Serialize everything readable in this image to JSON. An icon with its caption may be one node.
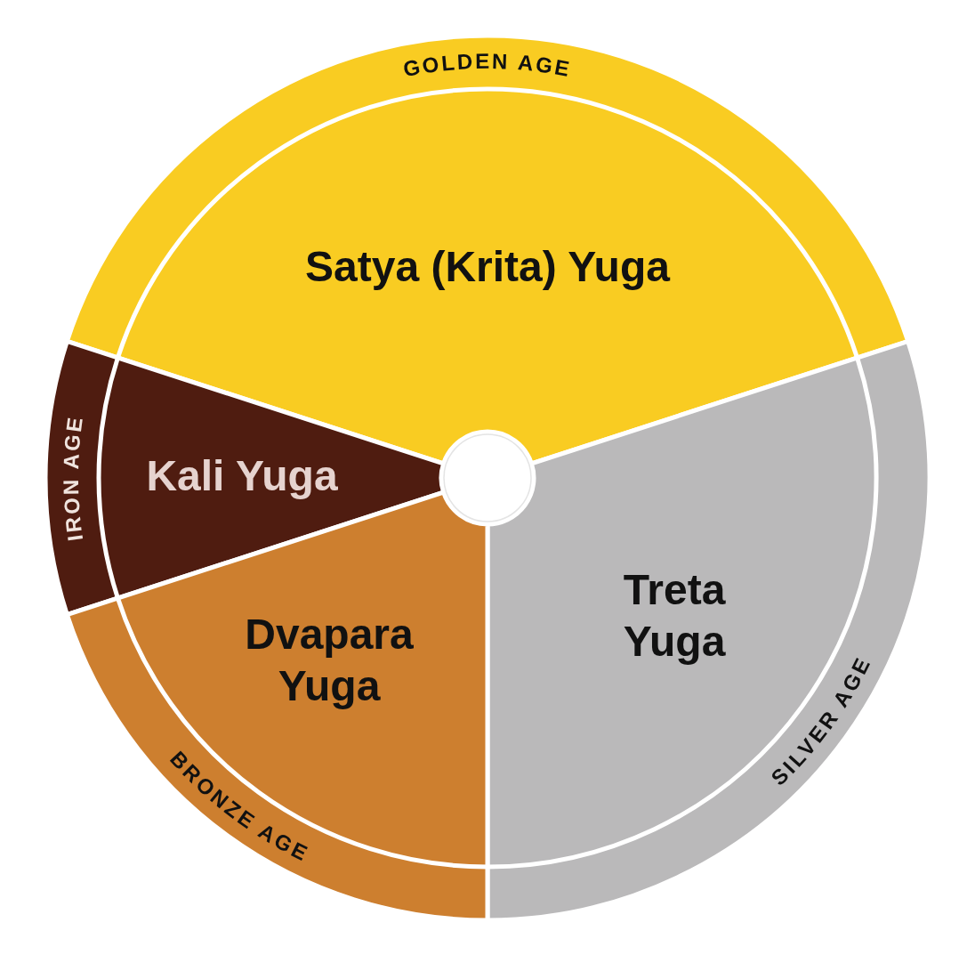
{
  "diagram": {
    "nodes": [
      {
        "text": [
          "GOLDEN AGE",
          "Satya (Krita) Yuga"
        ]
      },
      {
        "text": [
          "IRON AGE",
          "Kali Yuga"
        ]
      },
      {
        "text": [
          "Treta Yuga",
          "SILVER AGE"
        ]
      },
      {
        "text": [
          "Dvapara Yuga",
          "BRONZE AGE"
        ]
      },
      {
        "text": [],
        "shape": "circle"
      }
    ]
  }
}
